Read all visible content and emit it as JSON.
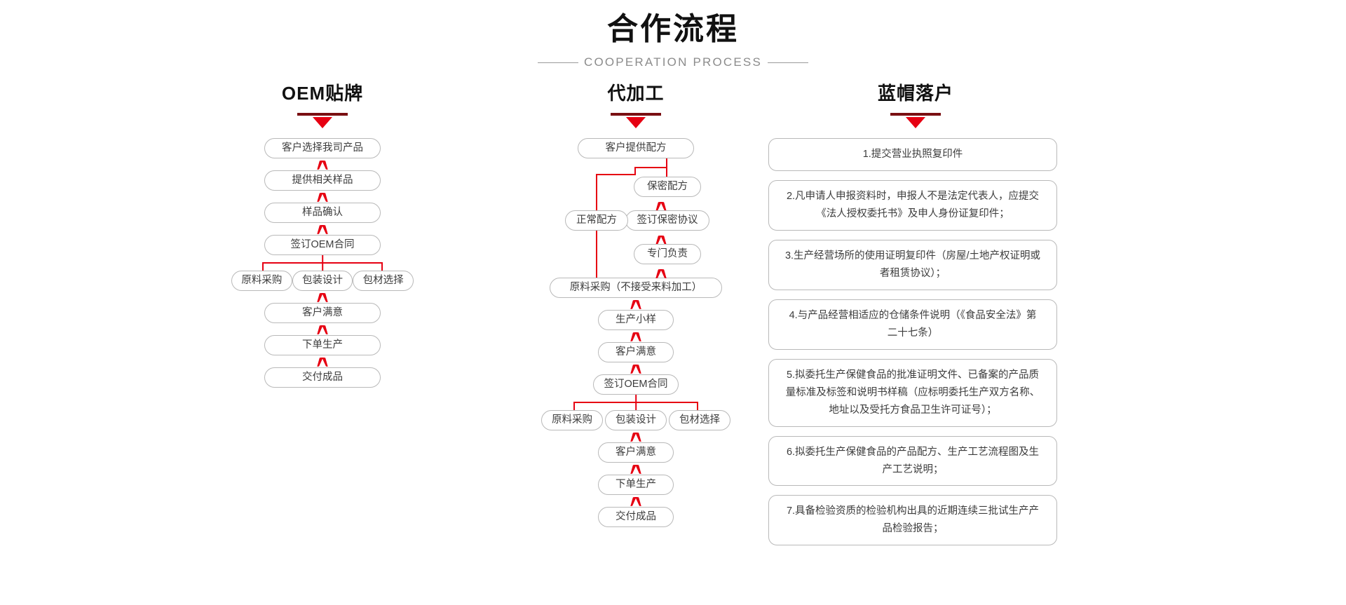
{
  "header": {
    "title": "合作流程",
    "subtitle": "COOPERATION PROCESS"
  },
  "accent_colors": {
    "red": "#e60012",
    "dark_red_rule": "#7a0f12",
    "node_border": "#b9b9b9",
    "text": "#3c3c3c",
    "title": "#111111",
    "subtitle": "#8c8c8c",
    "background": "#ffffff"
  },
  "columns": [
    {
      "id": "oem",
      "title": "OEM贴牌",
      "nodes": [
        "客户选择我司产品",
        "提供相关样品",
        "样品确认",
        "签订OEM合同"
      ],
      "branch": [
        "原料采购",
        "包装设计",
        "包材选择"
      ],
      "after_branch": [
        "客户满意",
        "下单生产",
        "交付成品"
      ]
    },
    {
      "id": "oem-processing",
      "title": "代加工",
      "start": "客户提供配方",
      "left_branch": "正常配方",
      "right_branch": [
        "保密配方",
        "签订保密协议",
        "专门负责"
      ],
      "merge": "原料采购（不接受来料加工）",
      "after_merge": [
        "生产小样",
        "客户满意",
        "签订OEM合同"
      ],
      "branch": [
        "原料采购",
        "包装设计",
        "包材选择"
      ],
      "after_branch": [
        "客户满意",
        "下单生产",
        "交付成品"
      ]
    },
    {
      "id": "blue-hat",
      "title": "蓝帽落户",
      "items": [
        "1.提交营业执照复印件",
        "2.凡申请人申报资料时，申报人不是法定代表人，应提交《法人授权委托书》及申人身份证复印件；",
        "3.生产经营场所的使用证明复印件（房屋/土地产权证明或者租赁协议）；",
        "4.与产品经营相适应的仓储条件说明（《食品安全法》第二十七条）",
        "5.拟委托生产保健食品的批准证明文件、已备案的产品质量标准及标签和说明书样稿（应标明委托生产双方名称、地址以及受托方食品卫生许可证号）；",
        "6.拟委托生产保健食品的产品配方、生产工艺流程图及生产工艺说明；",
        "7.具备检验资质的检验机构出具的近期连续三批试生产产品检验报告；"
      ]
    }
  ]
}
